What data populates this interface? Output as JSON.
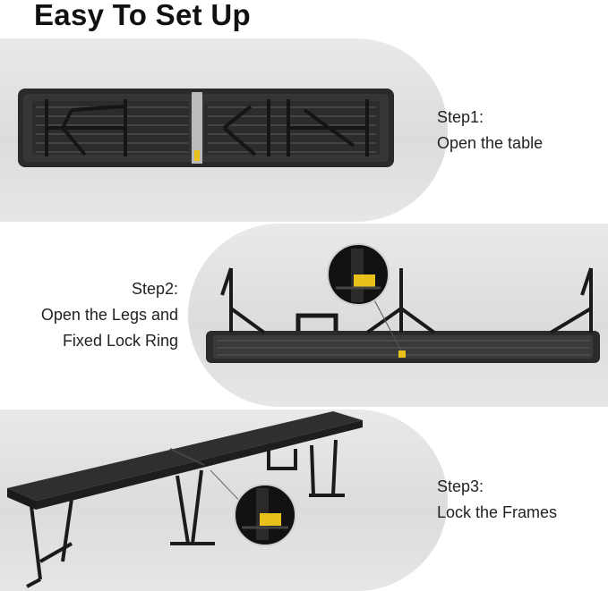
{
  "header": {
    "title": "Easy To Set Up"
  },
  "steps": [
    {
      "label": "Step1:",
      "desc_lines": [
        "Open the table"
      ]
    },
    {
      "label": "Step2:",
      "desc_lines": [
        "Open the Legs and",
        "Fixed Lock Ring"
      ]
    },
    {
      "label": "Step3:",
      "desc_lines": [
        "Lock the Frames"
      ]
    }
  ],
  "colors": {
    "table": "#2b2b2b",
    "lock": "#e8c21a",
    "panel": "#e2e2e2"
  }
}
